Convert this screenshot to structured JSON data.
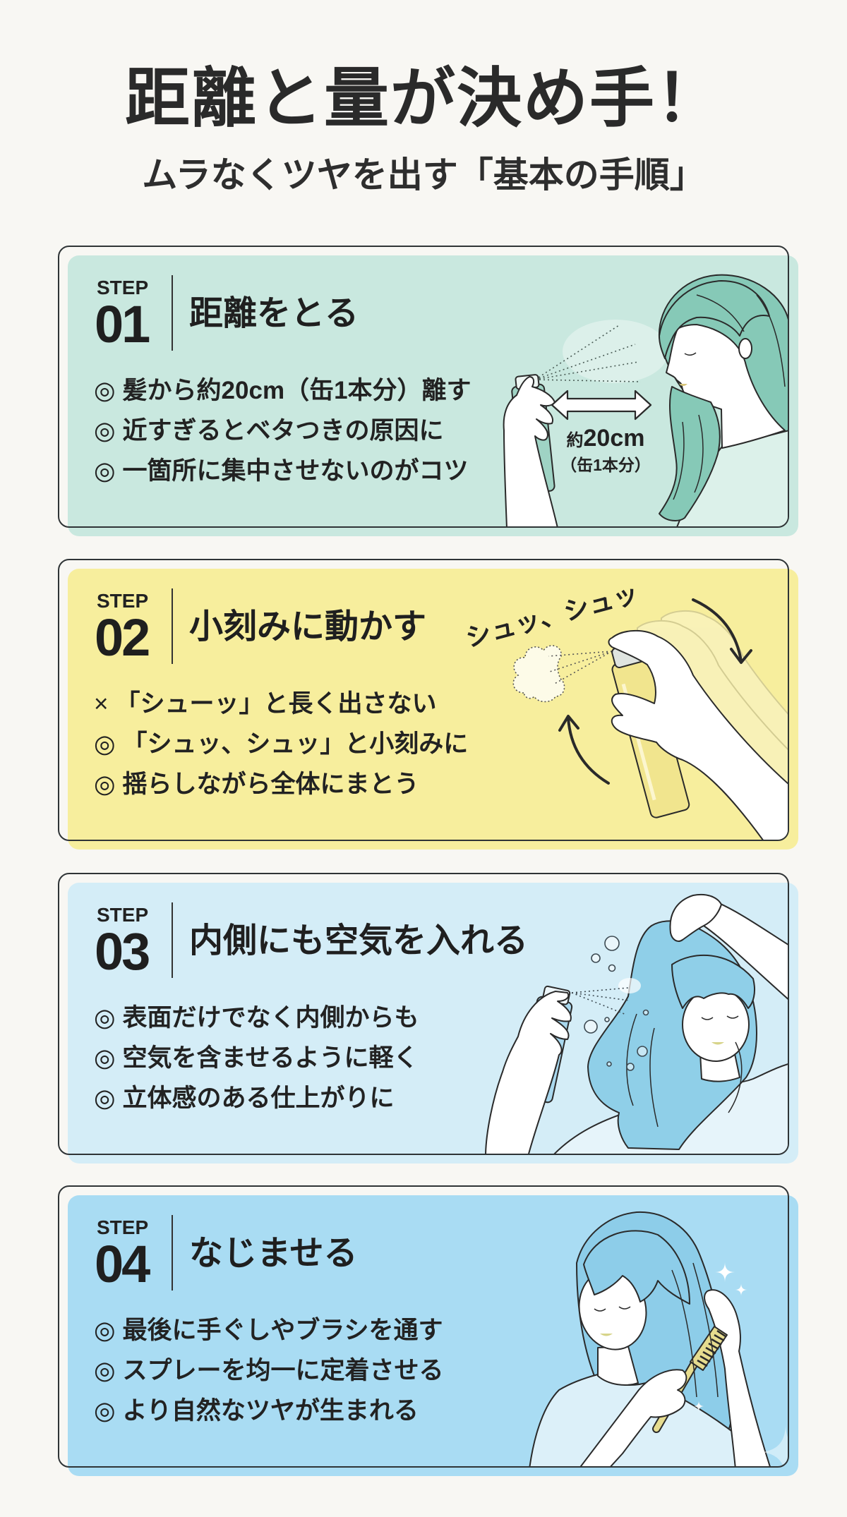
{
  "page": {
    "background": "#f8f7f3",
    "text_color": "#2a2a2a",
    "border_color": "#2f3436"
  },
  "header": {
    "title": "距離と量が決め手！",
    "subtitle": "ムラなくツヤを出す「基本の手順」"
  },
  "steps": [
    {
      "label": "STEP",
      "number": "01",
      "title": "距離をとる",
      "color": "#c9e8df",
      "points": [
        {
          "mark": "◎",
          "text": "髪から約20cm（缶1本分）離す"
        },
        {
          "mark": "◎",
          "text": "近すぎるとベタつきの原因に"
        },
        {
          "mark": "◎",
          "text": "一箇所に集中させないのがコツ"
        }
      ],
      "illustration": {
        "name": "woman-spraying-from-distance",
        "distance_prefix": "約",
        "distance_value": "20cm",
        "distance_note": "（缶1本分）",
        "hair_color": "#86c9b7",
        "can_color": "#9fd3c4"
      }
    },
    {
      "label": "STEP",
      "number": "02",
      "title": "小刻みに動かす",
      "color": "#f7ee9d",
      "points": [
        {
          "mark": "×",
          "text": "「シューッ」と長く出さない"
        },
        {
          "mark": "◎",
          "text": "「シュッ、シュッ」と小刻みに"
        },
        {
          "mark": "◎",
          "text": "揺らしながら全体にまとう"
        }
      ],
      "illustration": {
        "name": "hand-shaking-spray-can",
        "caption": "シュッ、シュッ",
        "can_color": "#f1e58e"
      }
    },
    {
      "label": "STEP",
      "number": "03",
      "title": "内側にも空気を入れる",
      "color": "#d4edf7",
      "points": [
        {
          "mark": "◎",
          "text": "表面だけでなく内側からも"
        },
        {
          "mark": "◎",
          "text": "空気を含ませるように軽く"
        },
        {
          "mark": "◎",
          "text": "立体感のある仕上がりに"
        }
      ],
      "illustration": {
        "name": "woman-lifting-hair-spraying-inside",
        "hair_color": "#8fcfe8",
        "can_color": "#a9d8ee"
      }
    },
    {
      "label": "STEP",
      "number": "04",
      "title": "なじませる",
      "color": "#a9dcf3",
      "points": [
        {
          "mark": "◎",
          "text": "最後に手ぐしやブラシを通す"
        },
        {
          "mark": "◎",
          "text": "スプレーを均一に定着させる"
        },
        {
          "mark": "◎",
          "text": "より自然なツヤが生まれる"
        }
      ],
      "illustration": {
        "name": "woman-combing-hair",
        "hair_color": "#8dcde9",
        "comb_color": "#e6dc8f"
      }
    }
  ]
}
